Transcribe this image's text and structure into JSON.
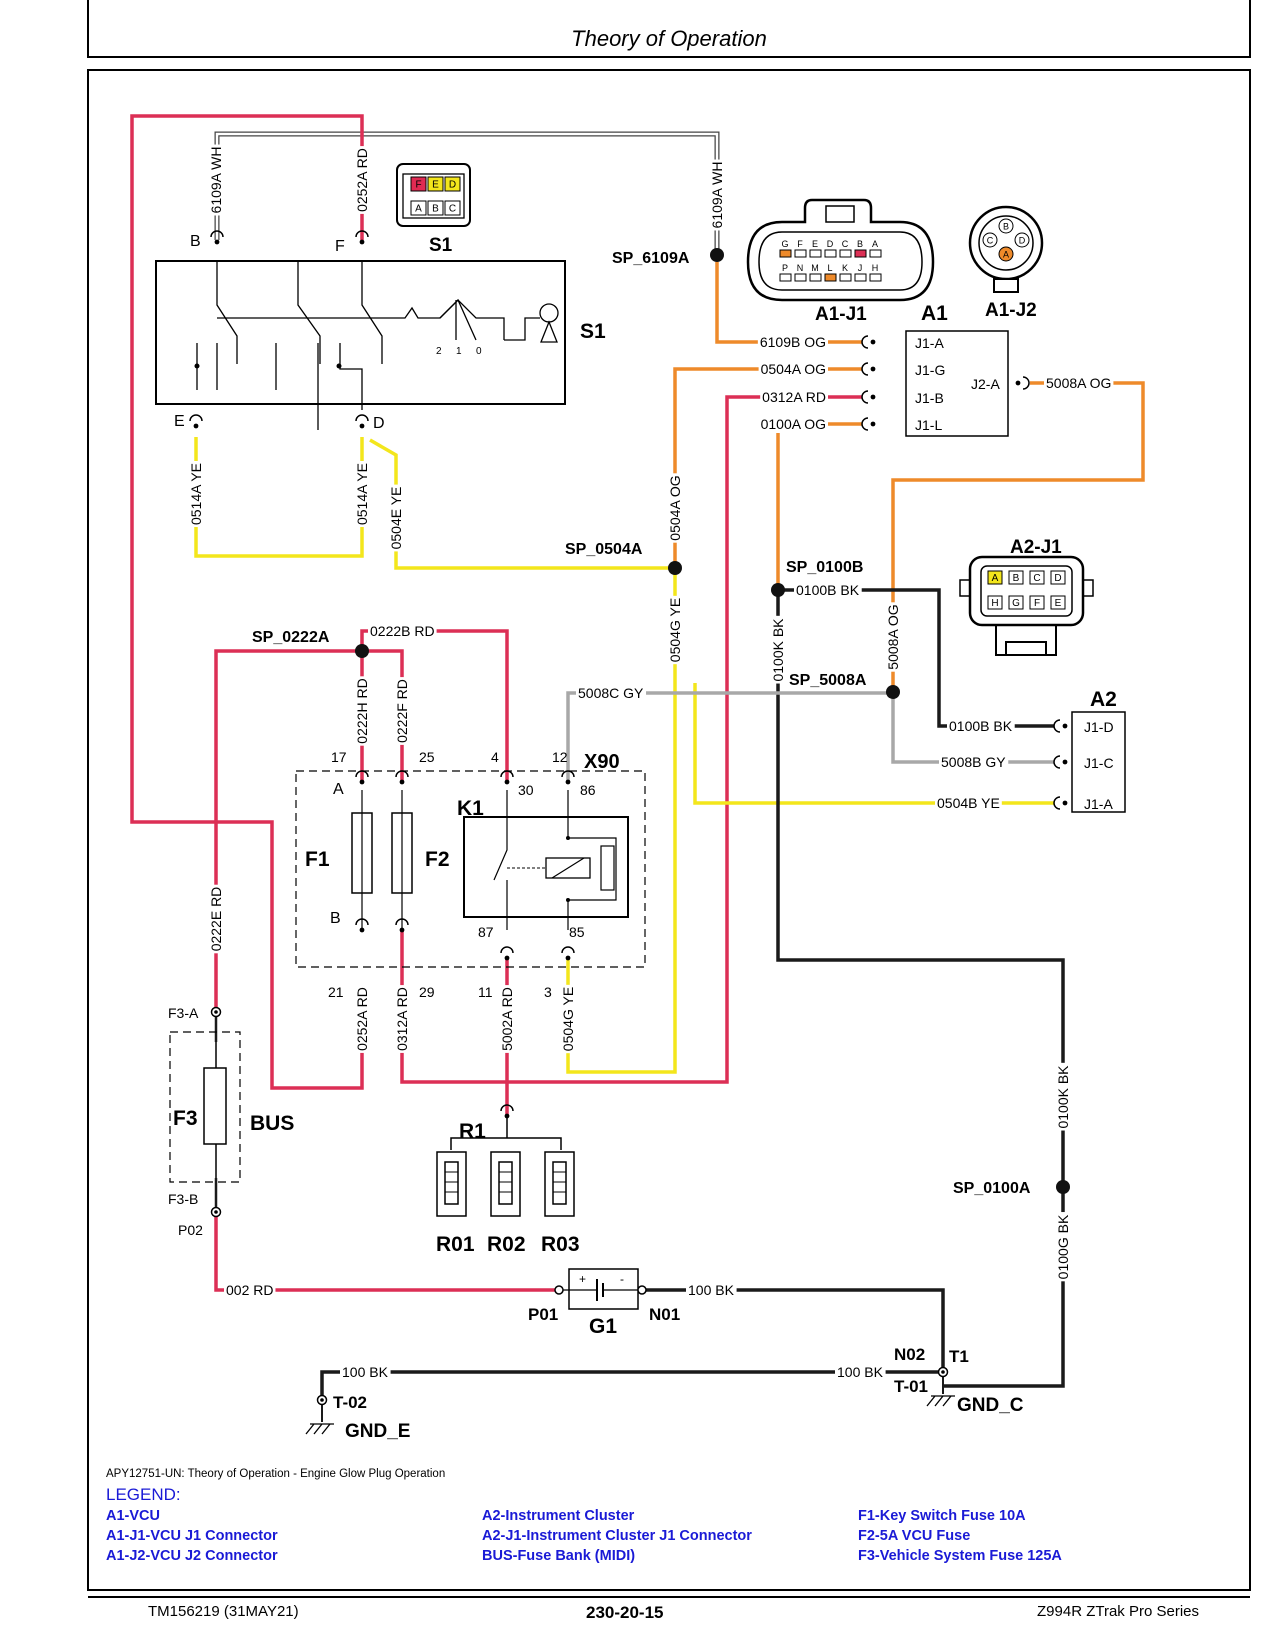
{
  "page_title": "Theory of Operation",
  "figure_caption": "APY12751-UN: Theory of Operation - Engine Glow Plug Operation",
  "legend": {
    "title": "LEGEND:",
    "columns": [
      [
        "A1-VCU",
        "A1-J1-VCU J1 Connector",
        "A1-J2-VCU J2 Connector"
      ],
      [
        "A2-Instrument Cluster",
        "A2-J1-Instrument Cluster J1 Connector",
        "BUS-Fuse Bank (MIDI)"
      ],
      [
        "F1-Key Switch Fuse 10A",
        "F2-5A VCU Fuse",
        "F3-Vehicle System Fuse 125A"
      ]
    ]
  },
  "footer": {
    "left": "TM156219 (31MAY21)",
    "center": "230-20-15",
    "right": "Z994R ZTrak Pro Series"
  },
  "colors": {
    "RD": "#dc2f55",
    "OG": "#ee8a2a",
    "YE": "#f3e61c",
    "BK": "#1a1a1a",
    "GY": "#a8a8a8",
    "WH": "#ffffff",
    "legend_text": "#1a1ad6"
  },
  "components": {
    "S1": "S1",
    "A1": "A1",
    "A1_J1": "A1-J1",
    "A1_J2": "A1-J2",
    "A2": "A2",
    "A2_J1": "A2-J1",
    "X90": "X90",
    "K1": "K1",
    "F1": "F1",
    "F2": "F2",
    "F3": "F3",
    "BUS": "BUS",
    "R1": "R1",
    "R01": "R01",
    "R02": "R02",
    "R03": "R03",
    "G1": "G1"
  },
  "splices": [
    "SP_6109A",
    "SP_0504A",
    "SP_0100B",
    "SP_5008A",
    "SP_0222A",
    "SP_0100A"
  ],
  "wire_labels": {
    "w6109A_left": "6109A WH",
    "w0252A_top": "0252A RD",
    "w6109A_right": "6109A WH",
    "w6109B": "6109B OG",
    "w0504A_OG": "0504A OG",
    "w0312A_top": "0312A RD",
    "w0100A": "0100A OG",
    "w5008A_h": "5008A OG",
    "w0514A_l": "0514A YE",
    "w0514A_r": "0514A YE",
    "w0504E": "0504E YE",
    "w0504A_v": "0504A OG",
    "w0100B_h": "0100B BK",
    "w0222B": "0222B RD",
    "w0222H": "0222H RD",
    "w0222F": "0222F RD",
    "w5008C": "5008C GY",
    "w0504G_v": "0504G YE",
    "w0100K_top": "0100K BK",
    "w5008A_v": "5008A OG",
    "w0100B_A2": "0100B BK",
    "w5008B": "5008B GY",
    "w0504B": "0504B YE",
    "w0222E": "0222E RD",
    "w0252A_bot": "0252A RD",
    "w0312A_bot": "0312A RD",
    "w5002A": "5002A RD",
    "w0504G_bot": "0504G YE",
    "w0100K_right": "0100K BK",
    "w0100G": "0100G BK",
    "w002": "002 RD",
    "w100_top": "100 BK",
    "w100_l": "100 BK",
    "w100_r": "100 BK"
  },
  "pins": {
    "S1_B": "B",
    "S1_F": "F",
    "S1_E": "E",
    "S1_D": "D",
    "S1_pos": [
      "2",
      "1",
      "0"
    ],
    "A1_J1A": "J1-A",
    "A1_J1G": "J1-G",
    "A1_J1B": "J1-B",
    "A1_J1L": "J1-L",
    "A1_J2A": "J2-A",
    "A2_J1D": "J1-D",
    "A2_J1C": "J1-C",
    "A2_J1A": "J1-A",
    "X90_17": "17",
    "X90_25": "25",
    "X90_4": "4",
    "X90_12": "12",
    "X90_21": "21",
    "X90_29": "29",
    "X90_11": "11",
    "X90_3": "3",
    "F_A": "A",
    "F_B": "B",
    "K1_30": "30",
    "K1_86": "86",
    "K1_87": "87",
    "K1_85": "85",
    "F3_A": "F3-A",
    "F3_B": "F3-B",
    "P02": "P02",
    "P01": "P01",
    "N01": "N01",
    "N02": "N02",
    "T1": "T1",
    "T01": "T-01",
    "T02": "T-02",
    "GND_C": "GND_C",
    "GND_E": "GND_E",
    "plus": "+",
    "minus": "-"
  },
  "connector_pins": {
    "S1_top": [
      "F",
      "E",
      "D"
    ],
    "S1_bottom": [
      "A",
      "B",
      "C"
    ],
    "A1_J1_top": [
      "G",
      "F",
      "E",
      "D",
      "C",
      "B",
      "A"
    ],
    "A1_J1_bottom": [
      "P",
      "N",
      "M",
      "L",
      "K",
      "J",
      "H"
    ],
    "A1_J2": [
      "B",
      "C",
      "A",
      "D"
    ],
    "A2_J1_top": [
      "A",
      "B",
      "C",
      "D"
    ],
    "A2_J1_bottom": [
      "H",
      "G",
      "F",
      "E"
    ]
  }
}
